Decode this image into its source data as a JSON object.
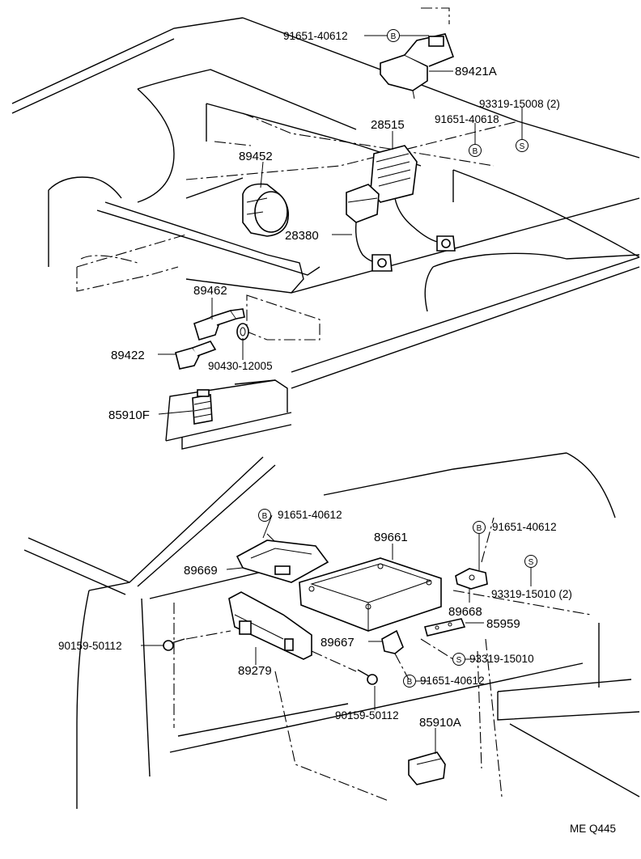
{
  "labels": {
    "l1": "91651-40612",
    "l2": "89421A",
    "l3": "93319-15008 (2)",
    "l4": "91651-40618",
    "l5": "28515",
    "l6": "89452",
    "l7": "28380",
    "l8": "89462",
    "l9": "89422",
    "l10": "90430-12005",
    "l11": "85910F",
    "l12": "91651-40612",
    "l13": "89661",
    "l14": "91651-40612",
    "l15": "89669",
    "l16": "93319-15010 (2)",
    "l17": "89668",
    "l18": "85959",
    "l19": "89667",
    "l20": "93319-15010",
    "l21": "90159-50112",
    "l22": "89279",
    "l23": "91651-40612",
    "l24": "90159-50112",
    "l25": "85910A",
    "l26": "ME Q445"
  },
  "badges": {
    "b": "B",
    "s": "S"
  }
}
